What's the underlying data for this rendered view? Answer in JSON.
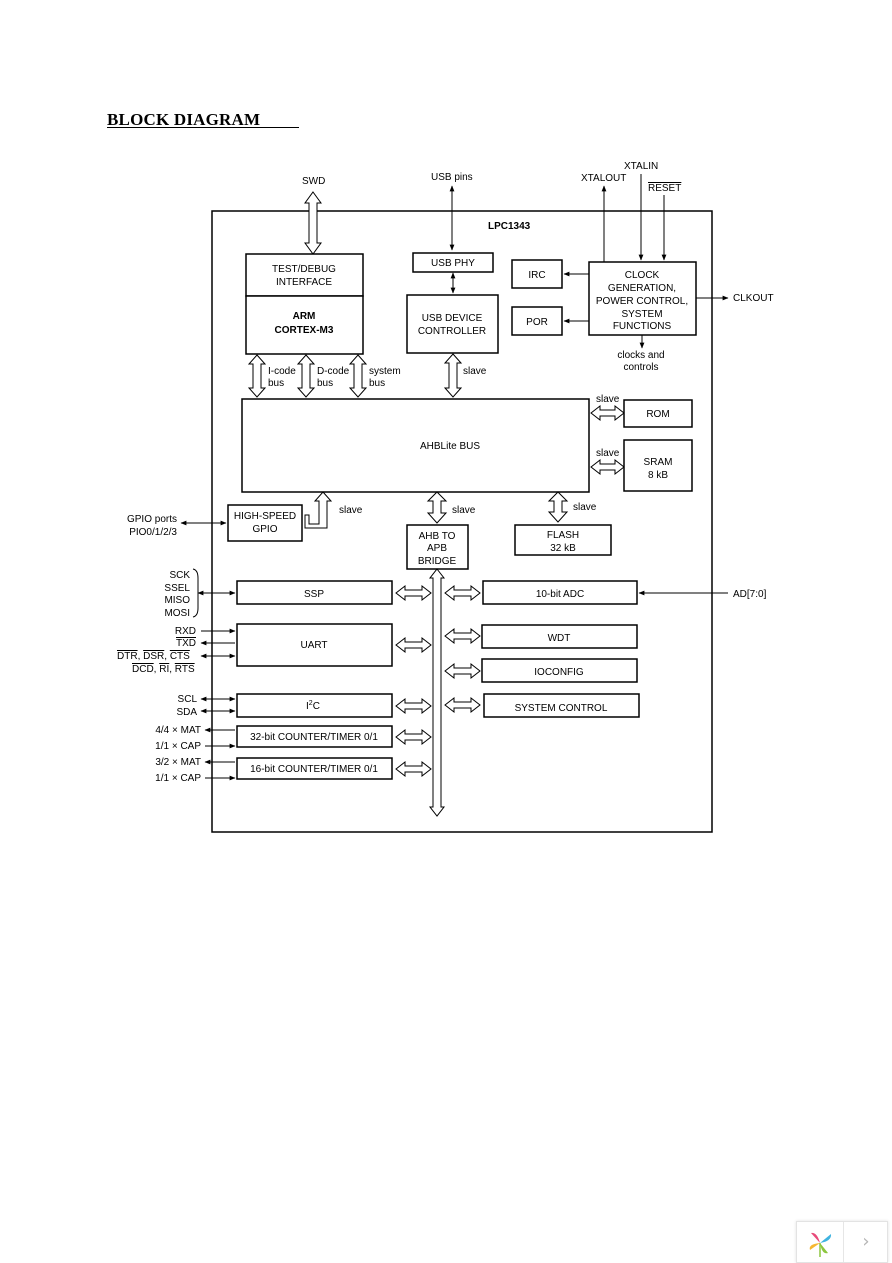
{
  "page": {
    "section_title": "BLOCK DIAGRAM"
  },
  "diagram": {
    "chip_name": "LPC1343",
    "external": {
      "swd": "SWD",
      "usb_pins": "USB pins",
      "xtalout": "XTALOUT",
      "xtalin": "XTALIN",
      "reset": "RESET",
      "clkout": "CLKOUT",
      "clocks_and_controls": [
        "clocks and",
        "controls"
      ],
      "gpio_ports": [
        "GPIO ports",
        "PIO0/1/2/3"
      ],
      "ssp_pins": [
        "SCK",
        "SSEL",
        "MISO",
        "MOSI"
      ],
      "uart_pins": [
        "RXD",
        "TXD"
      ],
      "uart_modem_line1": [
        "DTR",
        "DSR",
        "CTS"
      ],
      "uart_modem_line2": [
        "DCD",
        "RI",
        "RTS"
      ],
      "i2c_pins": [
        "SCL",
        "SDA"
      ],
      "timer32_pins": [
        "4/4 × MAT",
        "1/1 × CAP"
      ],
      "timer16_pins": [
        "3/2 × MAT",
        "1/1 × CAP"
      ],
      "adc_pins": "AD[7:0]"
    },
    "blocks": {
      "test_debug": [
        "TEST/DEBUG",
        "INTERFACE"
      ],
      "arm_core": [
        "ARM",
        "CORTEX-M3"
      ],
      "usb_phy": "USB PHY",
      "usb_device": [
        "USB DEVICE",
        "CONTROLLER"
      ],
      "irc": "IRC",
      "por": "POR",
      "clock_gen": [
        "CLOCK",
        "GENERATION,",
        "POWER CONTROL,",
        "SYSTEM",
        "FUNCTIONS"
      ],
      "ahb_bus": "AHBLite  BUS",
      "rom": "ROM",
      "sram": [
        "SRAM",
        "8 kB"
      ],
      "high_speed_gpio": [
        "HIGH-SPEED",
        "GPIO"
      ],
      "ahb_apb_bridge": [
        "AHB TO",
        "APB",
        "BRIDGE"
      ],
      "flash": [
        "FLASH",
        "32 kB"
      ],
      "ssp": "SSP",
      "uart": "UART",
      "i2c_main": "I",
      "i2c_sup": "2",
      "i2c_tail": "C",
      "timer32": "32-bit COUNTER/TIMER 0/1",
      "timer16": "16-bit COUNTER/TIMER 0/1",
      "adc": "10-bit ADC",
      "wdt": "WDT",
      "ioconfig": "IOCONFIG",
      "system_control": "SYSTEM CONTROL"
    },
    "bus_labels": {
      "icode": [
        "I-code",
        "bus"
      ],
      "dcode": [
        "D-code",
        "bus"
      ],
      "system": [
        "system",
        "bus"
      ],
      "slave": "slave"
    }
  },
  "colors": {
    "line": "#000000",
    "background": "#ffffff"
  },
  "nav": {
    "next_glyph": "›",
    "logo_icon": "pinwheel-logo-icon"
  }
}
